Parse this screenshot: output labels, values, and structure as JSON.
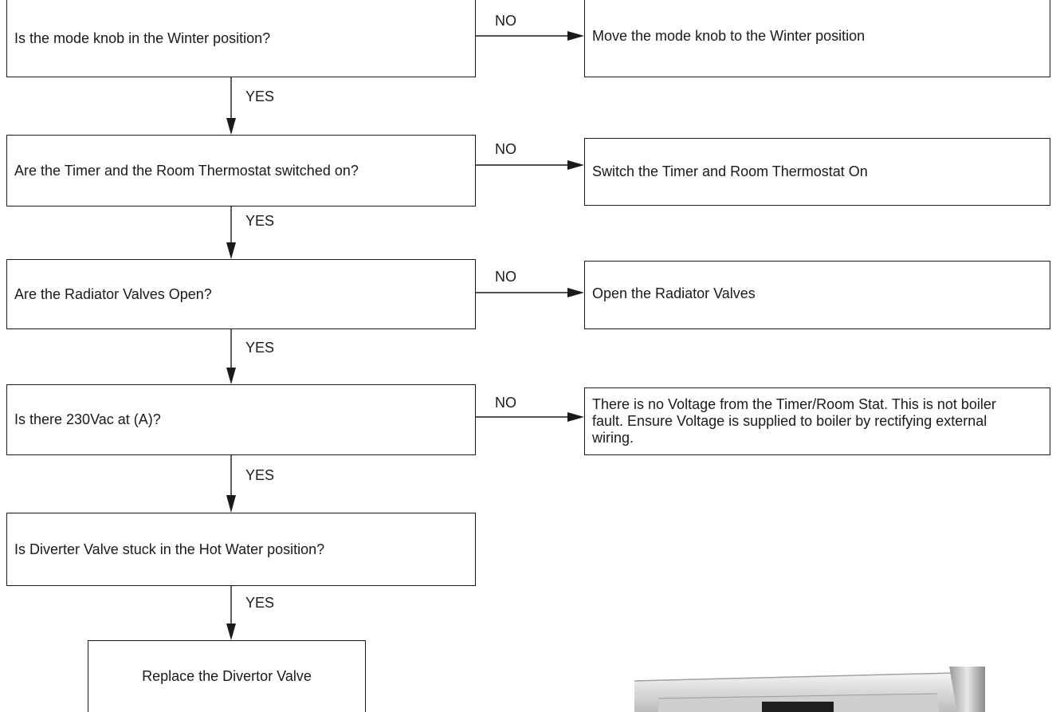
{
  "flowchart": {
    "decisions": [
      {
        "id": "q1",
        "text": "Is the mode knob in the Winter position?"
      },
      {
        "id": "q2",
        "text": "Are the Timer and the Room Thermostat switched on?"
      },
      {
        "id": "q3",
        "text": "Are the Radiator Valves Open?"
      },
      {
        "id": "q4",
        "text": "Is there 230Vac at (A)?"
      },
      {
        "id": "q5",
        "text": "Is Diverter Valve stuck in the Hot Water position?"
      }
    ],
    "actions": [
      {
        "id": "a1",
        "text": "Move the mode knob to the Winter position"
      },
      {
        "id": "a2",
        "text": "Switch the Timer and Room Thermostat On"
      },
      {
        "id": "a3",
        "text": "Open the Radiator Valves"
      },
      {
        "id": "a4",
        "text": "There is no Voltage from the Timer/Room Stat. This is not boiler fault.  Ensure Voltage is supplied to boiler by rectifying external wiring."
      },
      {
        "id": "a5",
        "text": "Replace the Divertor Valve"
      }
    ],
    "edge_labels": {
      "yes": "YES",
      "no": "NO"
    }
  }
}
